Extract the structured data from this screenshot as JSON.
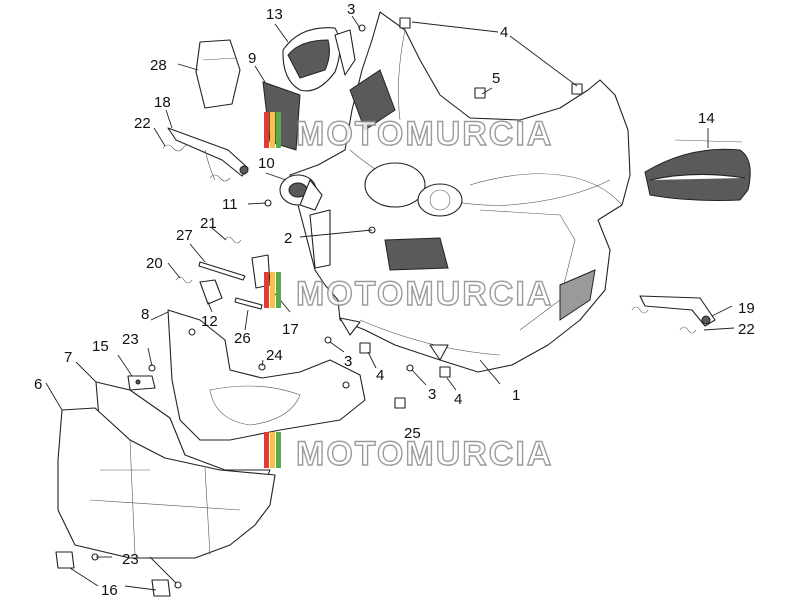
{
  "watermark": {
    "text": "MOTOMURCIA",
    "colors": [
      "#e63b2e",
      "#f6c343",
      "#5aa84a"
    ]
  },
  "callouts": {
    "c1": "1",
    "c2": "2",
    "c3a": "3",
    "c3b": "3",
    "c3c": "3",
    "c4a": "4",
    "c4b": "4",
    "c4c": "4",
    "c5": "5",
    "c6": "6",
    "c7": "7",
    "c8": "8",
    "c9": "9",
    "c10": "10",
    "c11": "11",
    "c12": "12",
    "c13": "13",
    "c14": "14",
    "c15": "15",
    "c16": "16",
    "c17": "17",
    "c18": "18",
    "c19": "19",
    "c20": "20",
    "c21": "21",
    "c22a": "22",
    "c22b": "22",
    "c23a": "23",
    "c23b": "23",
    "c24": "24",
    "c25": "25",
    "c26": "26",
    "c27": "27",
    "c28": "28"
  }
}
